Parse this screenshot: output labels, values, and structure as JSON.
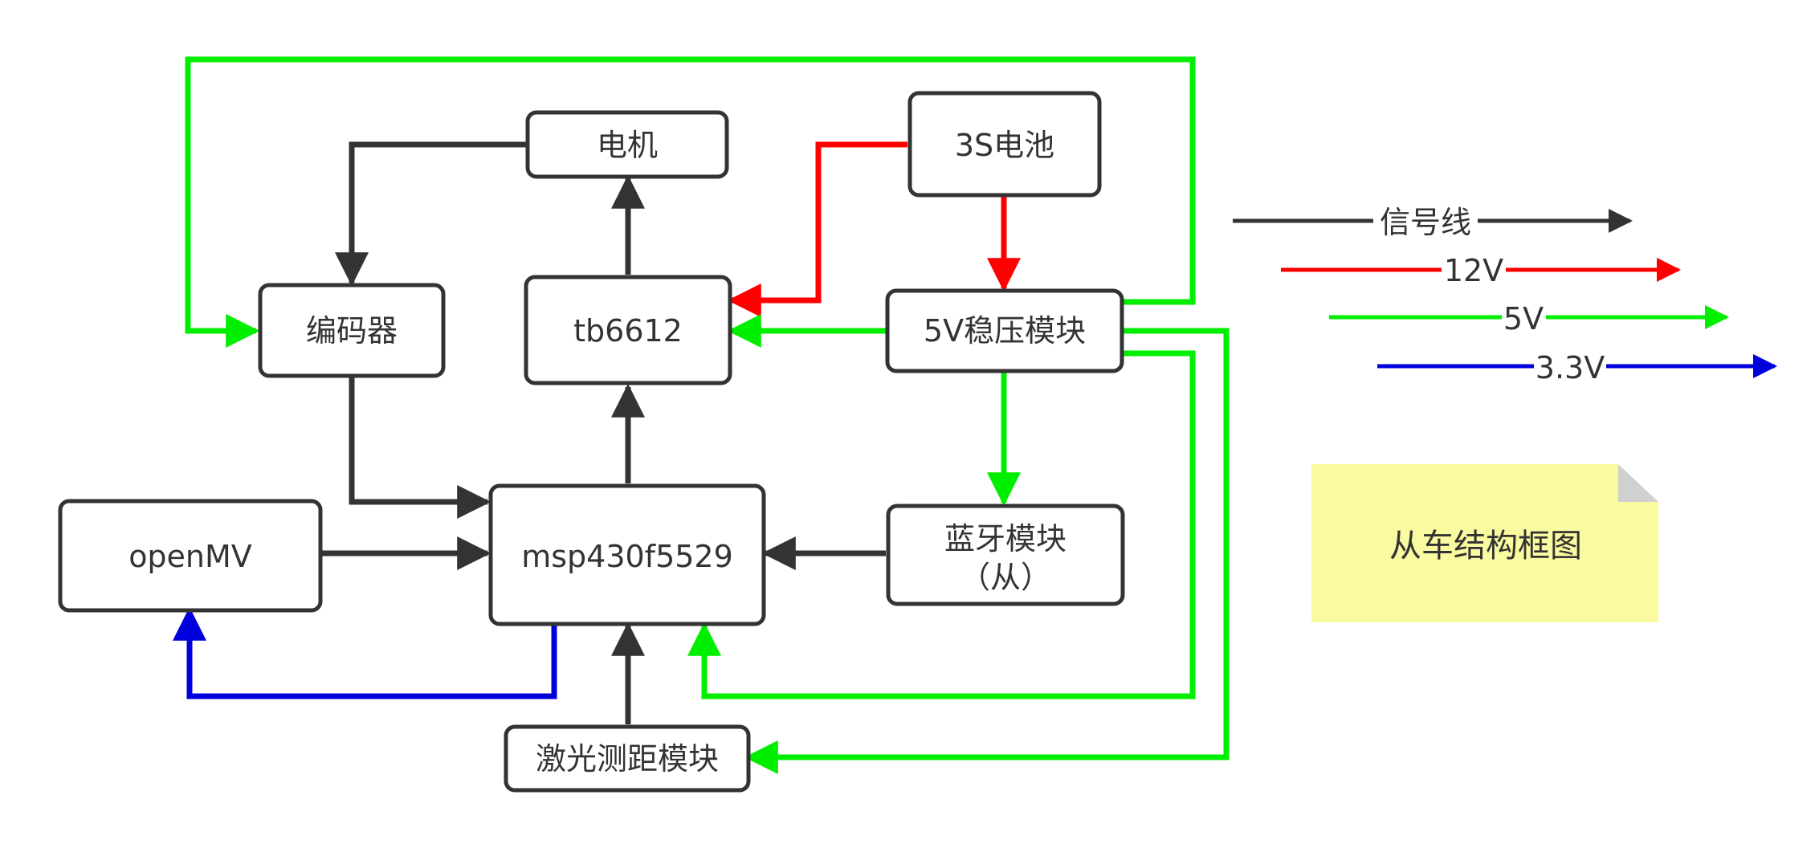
{
  "colors": {
    "signal": "#333333",
    "v12": "#ff0000",
    "v5": "#00ee00",
    "v33": "#0000dd",
    "box_stroke": "#333333",
    "box_fill": "#ffffff",
    "note_fill": "#fafaa0",
    "note_fold": "#d0d0d0",
    "text": "#333333"
  },
  "blocks": {
    "motor": "电机",
    "battery": "3S电池",
    "encoder": "编码器",
    "driver": "tb6612",
    "regulator": "5V稳压模块",
    "openmv": "openMV",
    "mcu": "msp430f5529",
    "bluetooth_line1": "蓝牙模块",
    "bluetooth_line2": "（从）",
    "laser": "激光测距模块"
  },
  "legend": {
    "signal": "信号线",
    "v12": "12V",
    "v5": "5V",
    "v33": "3.3V"
  },
  "note": {
    "text": "从车结构框图"
  }
}
